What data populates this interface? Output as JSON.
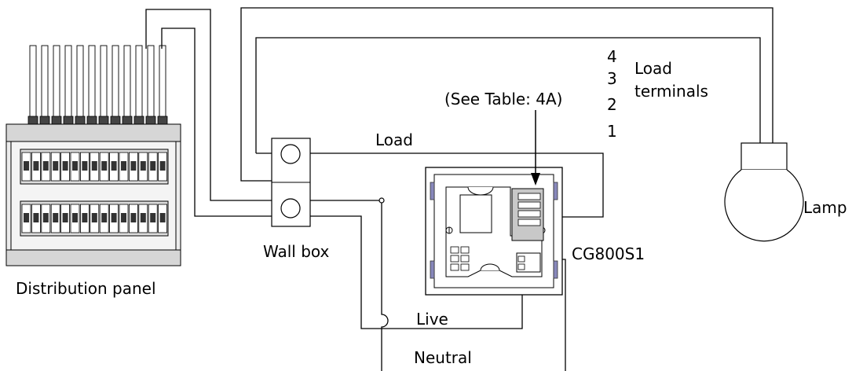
{
  "labels": {
    "distribution_panel": "Distribution panel",
    "wall_box": "Wall box",
    "load": "Load",
    "live": "Live",
    "neutral": "Neutral",
    "see_table": "(See Table: 4A)",
    "device": "CG800S1",
    "load_terminals_line1": "Load",
    "load_terminals_line2": "terminals",
    "lamp": "Lamp"
  },
  "terminal_numbers": [
    "4",
    "3",
    "2",
    "1"
  ],
  "colors": {
    "line": "#000000",
    "panel_gray": "#d0d0d0",
    "bracket_blue": "#8888bb"
  }
}
